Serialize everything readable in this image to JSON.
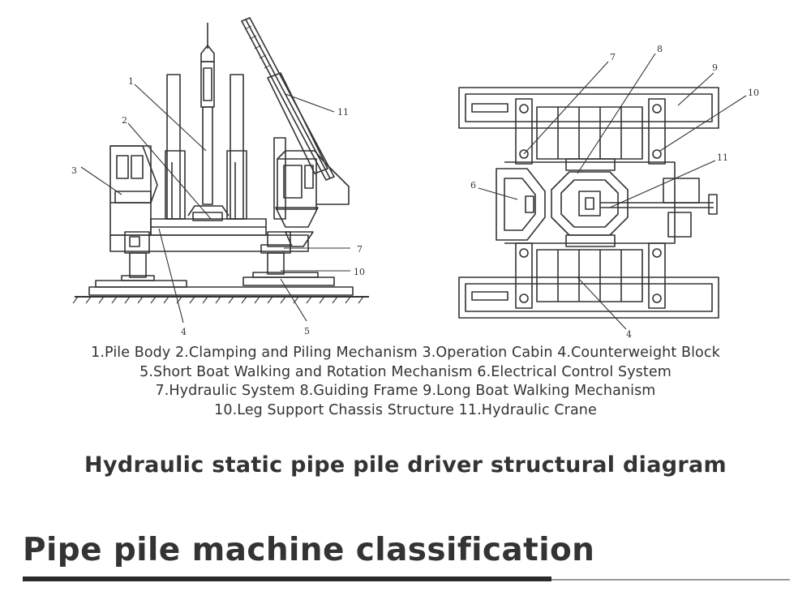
{
  "diagram": {
    "side_view_numbers": [
      "1",
      "2",
      "3",
      "4",
      "5",
      "7",
      "10",
      "11"
    ],
    "top_view_numbers": [
      "4",
      "6",
      "7",
      "8",
      "9",
      "10",
      "11"
    ]
  },
  "legend": {
    "lines": [
      "1.Pile Body 2.Clamping and Piling Mechanism 3.Operation Cabin 4.Counterweight Block",
      "5.Short Boat Walking and Rotation Mechanism 6.Electrical Control System",
      "7.Hydraulic System 8.Guiding Frame 9.Long Boat Walking Mechanism",
      "10.Leg Support Chassis Structure 11.Hydraulic Crane"
    ]
  },
  "caption": "Hydraulic static pipe pile driver structural diagram",
  "section": {
    "title": "Pipe pile machine classification"
  }
}
